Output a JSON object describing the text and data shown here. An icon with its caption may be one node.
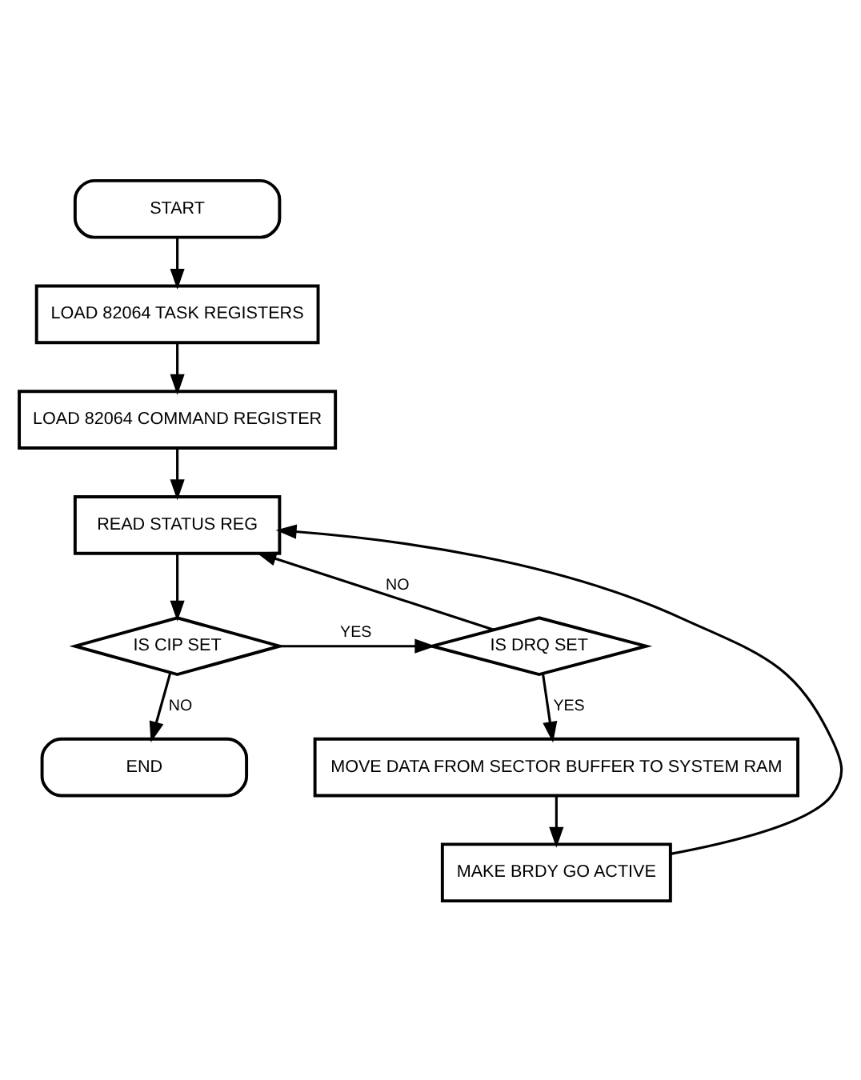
{
  "diagram": {
    "nodes": [
      {
        "text": [
          "START"
        ]
      },
      {
        "text": [
          "LOAD 82064 TASK REGISTERS"
        ]
      },
      {
        "text": [
          "LOAD 82064 COMMAND REGISTER"
        ]
      },
      {
        "text": [
          "READ STATUS REG"
        ]
      },
      {
        "text": [
          "IS CIP SET"
        ]
      },
      {
        "text": [
          "IS DRQ SET"
        ]
      },
      {
        "text": [
          "END"
        ]
      },
      {
        "text": [
          "MOVE DATA FROM SECTOR BUFFER TO SYSTEM RAM"
        ]
      },
      {
        "text": [
          "MAKE BRDY GO ACTIVE"
        ]
      }
    ],
    "edges": [
      {
        "from": 0,
        "to": 1,
        "arrow": "to"
      },
      {
        "from": 1,
        "to": 2,
        "arrow": "to"
      },
      {
        "from": 2,
        "to": 3,
        "arrow": "to"
      },
      {
        "from": 3,
        "to": 4,
        "arrow": "to"
      },
      {
        "from": 4,
        "to": 5,
        "arrow": "to",
        "label": "YES"
      },
      {
        "from": 4,
        "to": 6,
        "arrow": "to",
        "label": "NO"
      },
      {
        "from": 5,
        "to": 7,
        "arrow": "to",
        "label": "YES"
      },
      {
        "from": 5,
        "to": 3,
        "arrow": "to",
        "label": "NO"
      },
      {
        "from": 7,
        "to": 8,
        "arrow": "to"
      },
      {
        "from": 8,
        "to": 3,
        "arrow": "to"
      }
    ]
  }
}
